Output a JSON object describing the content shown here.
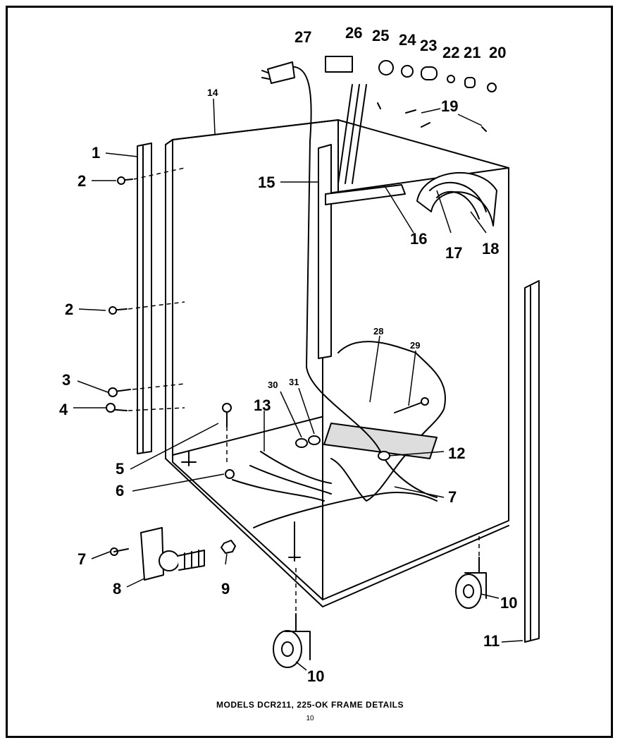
{
  "caption": "MODELS DCR211, 225-OK FRAME DETAILS",
  "page_number": "10",
  "callouts": [
    "1",
    "2",
    "2",
    "3",
    "4",
    "5",
    "6",
    "7",
    "8",
    "9",
    "10",
    "10",
    "11",
    "12",
    "13",
    "14",
    "15",
    "16",
    "17",
    "18",
    "19",
    "20",
    "21",
    "22",
    "23",
    "24",
    "25",
    "26",
    "27",
    "28",
    "29",
    "30",
    "31",
    "7"
  ]
}
